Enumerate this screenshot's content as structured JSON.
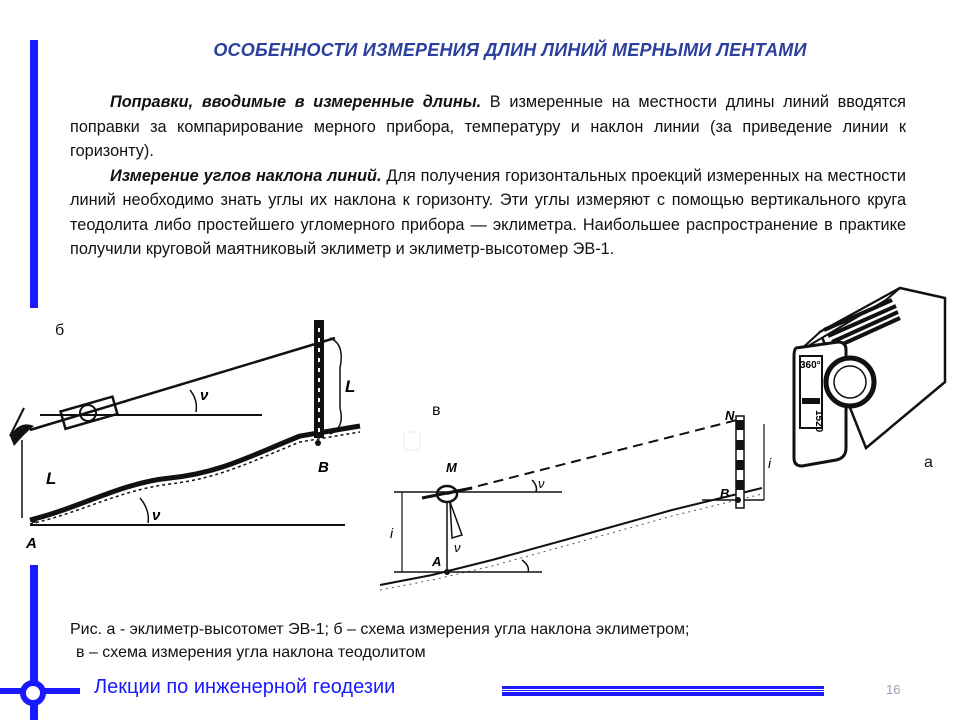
{
  "title": "ОСОБЕННОСТИ ИЗМЕРЕНИЯ ДЛИН ЛИНИЙ МЕРНЫМИ ЛЕНТАМИ",
  "paragraphs": [
    {
      "lead": "Поправки, вводимые в измеренные длины.",
      "body": " В измеренные на местности длины линий вводятся поправки за компарирование мерного прибора, температуру и наклон линии (за приведение линии к горизонту)."
    },
    {
      "lead": "Измерение углов наклона линий.",
      "body": " Для получения горизонтальных проекций измеренных на местности линий необходимо знать углы их наклона к горизонту. Эти углы измеряют с помощью вертикального круга теодолита либо простейшего угломерного прибора — эклиметра. Наибольшее распространение в практике получили круговой маятниковый эклиметр и эклиметр-высотомер ЭВ-1."
    }
  ],
  "figures": {
    "b": {
      "label": "б",
      "marks": {
        "nu_top": "ν",
        "nu_bottom": "ν",
        "L_right": "L",
        "L_left": "L",
        "B": "B",
        "A": "A"
      }
    },
    "v": {
      "label": "в",
      "marks": {
        "N": "N",
        "M": "M",
        "nu_line": "ν",
        "nu_pend": "ν",
        "i_left": "i",
        "i_right": "i",
        "B": "B",
        "A": "A"
      }
    },
    "a": {
      "label": "а",
      "marks": {
        "scale_360": "360°",
        "scale_1520": "1520"
      }
    }
  },
  "caption": {
    "line1": "Рис. а - эклиметр-высотомет ЭВ-1; б – схема измерения угла наклона эклиметром;",
    "line2": "в – схема измерения угла наклона теодолитом"
  },
  "footer": {
    "course": "Лекции по инженерной геодезии",
    "page": "16"
  },
  "colors": {
    "accent": "#1a1aff",
    "title": "#2a3f9e"
  }
}
